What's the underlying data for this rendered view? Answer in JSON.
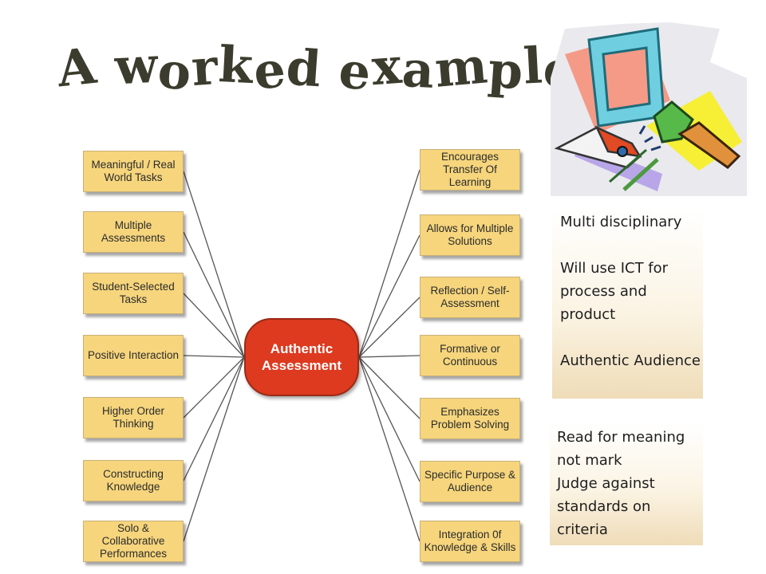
{
  "title": "A worked example",
  "center_label": "Authentic Assessment",
  "left_nodes": [
    "Meaningful / Real World Tasks",
    "Multiple Assessments",
    "Student-Selected Tasks",
    "Positive Interaction",
    "Higher Order Thinking",
    "Constructing Knowledge",
    "Solo & Collaborative Performances"
  ],
  "right_nodes": [
    "Encourages Transfer Of Learning",
    "Allows for Multiple Solutions",
    "Reflection / Self-Assessment",
    "Formative or Continuous",
    "Emphasizes Problem Solving",
    "Specific Purpose & Audience",
    "Integration 0f Knowledge & Skills"
  ],
  "note_box_1": "Multi disciplinary\n\nWill use ICT  for process and product\n\nAuthentic Audience",
  "note_box_2": "Read for meaning not mark\nJudge against standards on criteria",
  "clipart_icon": "tools-clipart-icon",
  "colors": {
    "node_fill": "#f6d57c",
    "center_fill": "#dd3a20",
    "title_color": "#3c3c2e"
  }
}
